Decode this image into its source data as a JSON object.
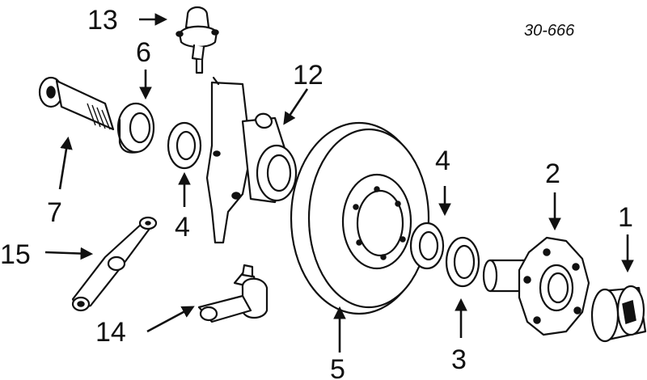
{
  "diagram": {
    "code": "30-666",
    "labels": {
      "l1": "1",
      "l2": "2",
      "l3": "3",
      "l4a": "4",
      "l4b": "4",
      "l5": "5",
      "l6": "6",
      "l7": "7",
      "l12": "12",
      "l13": "13",
      "l14": "14",
      "l15": "15"
    }
  }
}
